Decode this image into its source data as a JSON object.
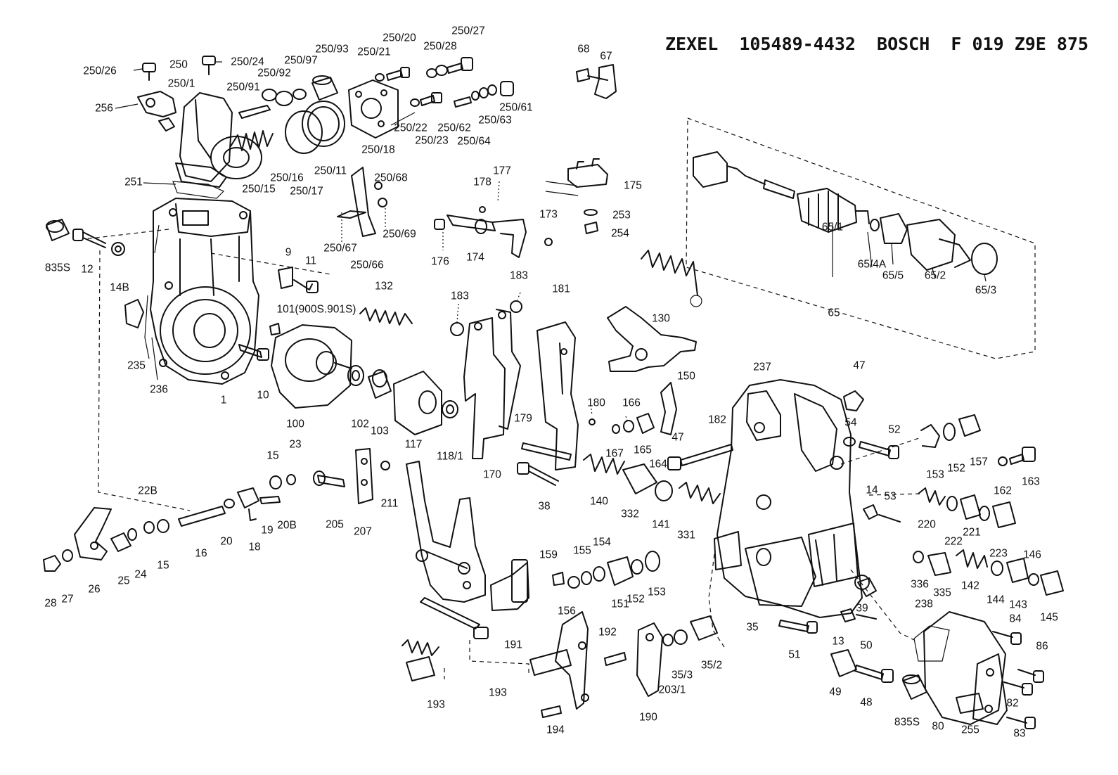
{
  "header": {
    "title": "ZEXEL  105489-4432  BOSCH  F 019 Z9E 875"
  },
  "callouts": [
    "250/26",
    "250",
    "250/1",
    "250/24",
    "250/92",
    "250/97",
    "250/93",
    "250/21",
    "250/20",
    "250/28",
    "250/27",
    "250/91",
    "256",
    "250/22",
    "250/62",
    "250/63",
    "250/61",
    "250/23",
    "250/64",
    "250/18",
    "250/16",
    "250/11",
    "250/15",
    "250/17",
    "251",
    "250/68",
    "250/69",
    "250/67",
    "250/66",
    "835S",
    "12",
    "14B",
    "9",
    "11",
    "132",
    "101(900S.901S)",
    "235",
    "236",
    "1",
    "10",
    "100",
    "102",
    "103",
    "117",
    "118/1",
    "15",
    "23",
    "22B",
    "16",
    "20",
    "19",
    "20B",
    "18",
    "26",
    "25",
    "24",
    "15",
    "28",
    "27",
    "205",
    "207",
    "211",
    "68",
    "67",
    "177",
    "178",
    "175",
    "253",
    "254",
    "173",
    "176",
    "174",
    "183",
    "183",
    "181",
    "130",
    "150",
    "170",
    "179",
    "180",
    "166",
    "167",
    "165",
    "164",
    "47",
    "182",
    "38",
    "140",
    "332",
    "141",
    "331",
    "237",
    "47",
    "54",
    "52",
    "153",
    "152",
    "157",
    "162",
    "163",
    "14",
    "53",
    "220",
    "222",
    "221",
    "223",
    "336",
    "335",
    "142",
    "144",
    "143",
    "146",
    "145",
    "238",
    "159",
    "155",
    "154",
    "151",
    "152",
    "153",
    "191",
    "156",
    "192",
    "35/3",
    "35/2",
    "35",
    "51",
    "13",
    "50",
    "39",
    "203/1",
    "190",
    "193",
    "193",
    "194",
    "49",
    "48",
    "835S",
    "80",
    "255",
    "82",
    "83",
    "84",
    "86",
    "65/1",
    "65/4A",
    "65/5",
    "65/2",
    "65/3",
    "65"
  ]
}
